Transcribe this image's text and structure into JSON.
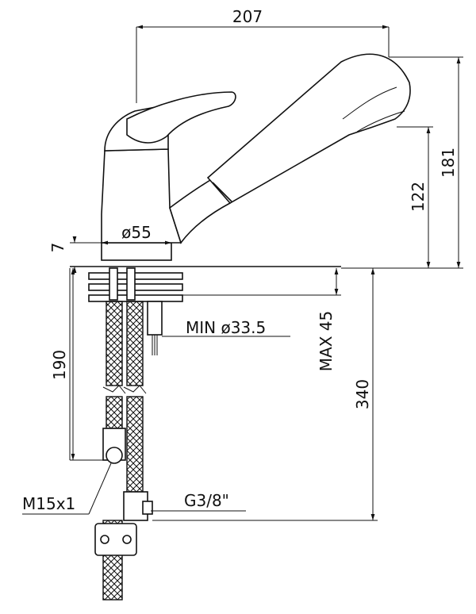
{
  "dimensions": {
    "width_total": "207",
    "height_total": "181",
    "spout_height": "122",
    "base_diameter": "ø55",
    "base_thickness": "7",
    "hole_min": "MIN ø33.5",
    "deck_max": "MAX 45",
    "hose_length": "190",
    "supply_length": "340",
    "thread_inlet": "M15x1",
    "thread_outlet": "G3/8\""
  }
}
